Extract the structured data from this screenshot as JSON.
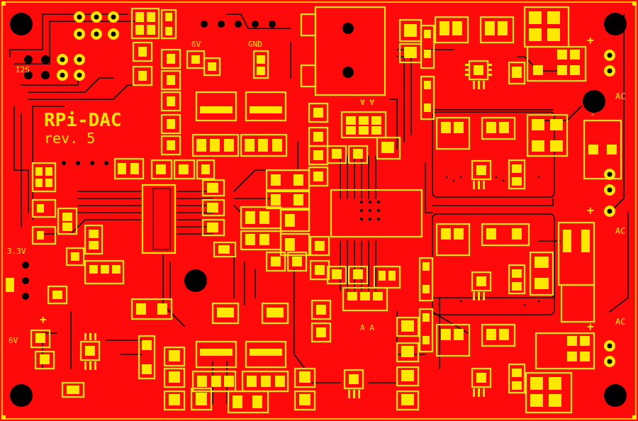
{
  "board": {
    "title": "RPi-DAC",
    "revision": "rev. 5",
    "copper_color": "#ff0a0a",
    "silkscreen_color": "#ffe800",
    "trace_color": "#000000"
  },
  "labels": {
    "i2s": "I2S",
    "v6_top": "6V",
    "gnd": "GND",
    "v33": "3.3V",
    "v6_left": "6V",
    "ac1": "AC",
    "ac2": "AC",
    "ac3": "AC",
    "plus1": "+",
    "plus2": "+",
    "plus3": "+",
    "plus4": "+",
    "minus1": "-",
    "aa_top": "A A",
    "aa_bottom": "A A"
  }
}
